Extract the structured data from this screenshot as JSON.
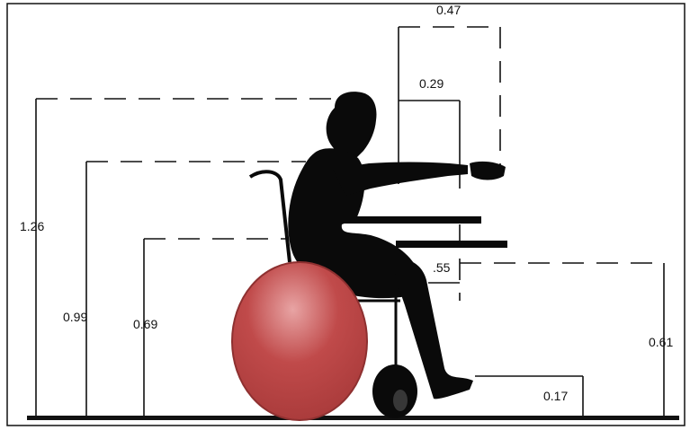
{
  "diagram": {
    "dimensions": {
      "overall_height": "1.26",
      "shoulder_height": "0.99",
      "armrest_height": "0.69",
      "reach_forward": "0.47",
      "reach_table": "0.29",
      "knee_clearance": ".55",
      "table_height": "0.61",
      "toe_clearance": "0.17"
    },
    "colors": {
      "wheel": "#c04a4a",
      "wheel_highlight": "#e8a4a4",
      "silhouette": "#0a0a0a",
      "lines": "#111111"
    }
  }
}
